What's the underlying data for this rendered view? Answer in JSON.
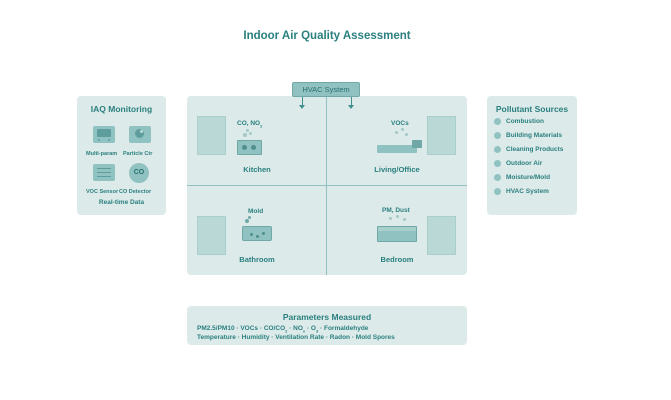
{
  "title": "Indoor Air Quality Assessment",
  "hvac": {
    "label": "HVAC System"
  },
  "iaq_monitoring": {
    "title": "IAQ Monitoring",
    "devices": [
      {
        "label": "Multi-param",
        "icon": "monitor-icon"
      },
      {
        "label": "Particle Ctr",
        "icon": "particle-counter-icon"
      },
      {
        "label": "VOC Sensor",
        "icon": "voc-sensor-icon"
      },
      {
        "label": "CO Detector",
        "icon": "co-detector-icon",
        "badge": "CO"
      }
    ],
    "footer": "Real-time Data"
  },
  "rooms": [
    {
      "name": "Kitchen",
      "pollutant": "CO, NO",
      "pollutant_sub": "2"
    },
    {
      "name": "Living/Office",
      "pollutant": "VOCs"
    },
    {
      "name": "Bathroom",
      "pollutant": "Mold"
    },
    {
      "name": "Bedroom",
      "pollutant": "PM, Dust"
    }
  ],
  "pollutant_sources": {
    "title": "Pollutant Sources",
    "items": [
      "Combustion",
      "Building Materials",
      "Cleaning Products",
      "Outdoor Air",
      "Moisture/Mold",
      "HVAC System"
    ]
  },
  "parameters": {
    "title": "Parameters Measured",
    "line1": {
      "a": "PM2.5/PM10 · VOCs · CO/CO",
      "sub1": "2",
      "b": " · NO",
      "sub2": "x",
      "c": " · O",
      "sub3": "3",
      "d": " · Formaldehyde"
    },
    "line2": "Temperature · Humidity · Ventilation Rate · Radon · Mold Spores"
  },
  "colors": {
    "accent": "#2a7f7f",
    "panel": "#dceae9",
    "element": "#8fc2c1"
  }
}
